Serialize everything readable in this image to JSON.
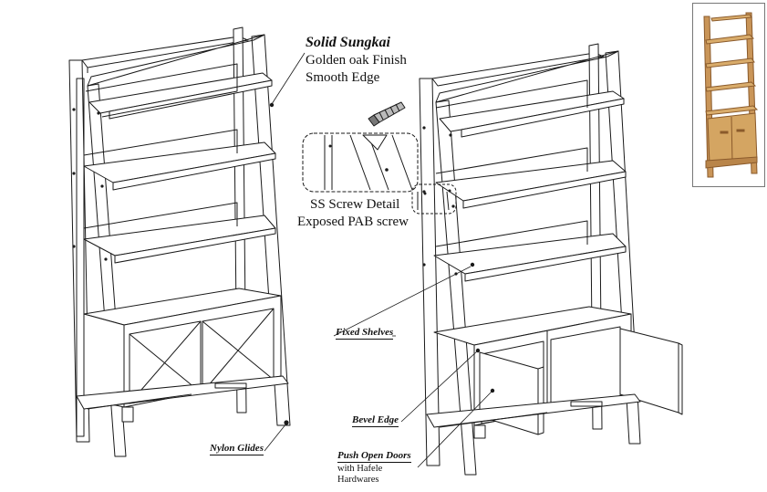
{
  "material": {
    "title": "Solid Sungkai",
    "finish": "Golden oak Finish",
    "edge": "Smooth Edge"
  },
  "screw_detail": {
    "line1": "SS Screw Detail",
    "line2": "Exposed PAB screw"
  },
  "callouts": {
    "fixed_shelves": "Fixed Shelves",
    "bevel_edge": "Bevel Edge",
    "push_open_doors": "Push Open Doors",
    "push_open_sub1": "with Hafele",
    "push_open_sub2": "Hardwares",
    "nylon_glides": "Nylon Glides"
  },
  "colors": {
    "line": "#1a1a1a",
    "wood_light": "#d9ac6b",
    "wood_mid": "#b9854a",
    "wood_dark": "#8a5a2b"
  }
}
